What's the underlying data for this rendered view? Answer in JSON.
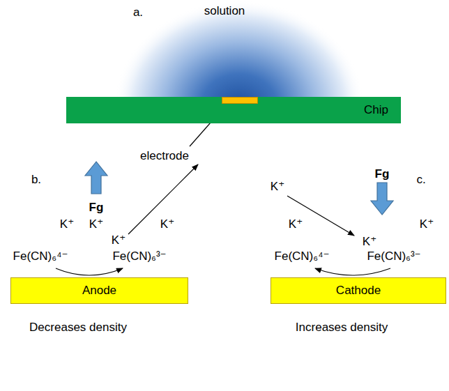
{
  "diagram": {
    "nodes": [
      {
        "text": [
          "Chip"
        ]
      },
      {
        "text": [
          "Anode"
        ]
      },
      {
        "text": [
          "Cathode"
        ]
      }
    ],
    "labels": [
      "a.",
      "solution",
      "electrode",
      "b.",
      "Fg",
      "K⁺",
      "K⁺",
      "K⁺",
      "K⁺",
      "Fe(CN)₆⁴⁻",
      "Fe(CN)₆³⁻",
      "Decreases density",
      "c.",
      "Fg",
      "K⁺",
      "K⁺",
      "K⁺",
      "K⁺",
      "Fe(CN)₆⁴⁻",
      "Fe(CN)₆³⁻",
      "Increases density"
    ]
  }
}
